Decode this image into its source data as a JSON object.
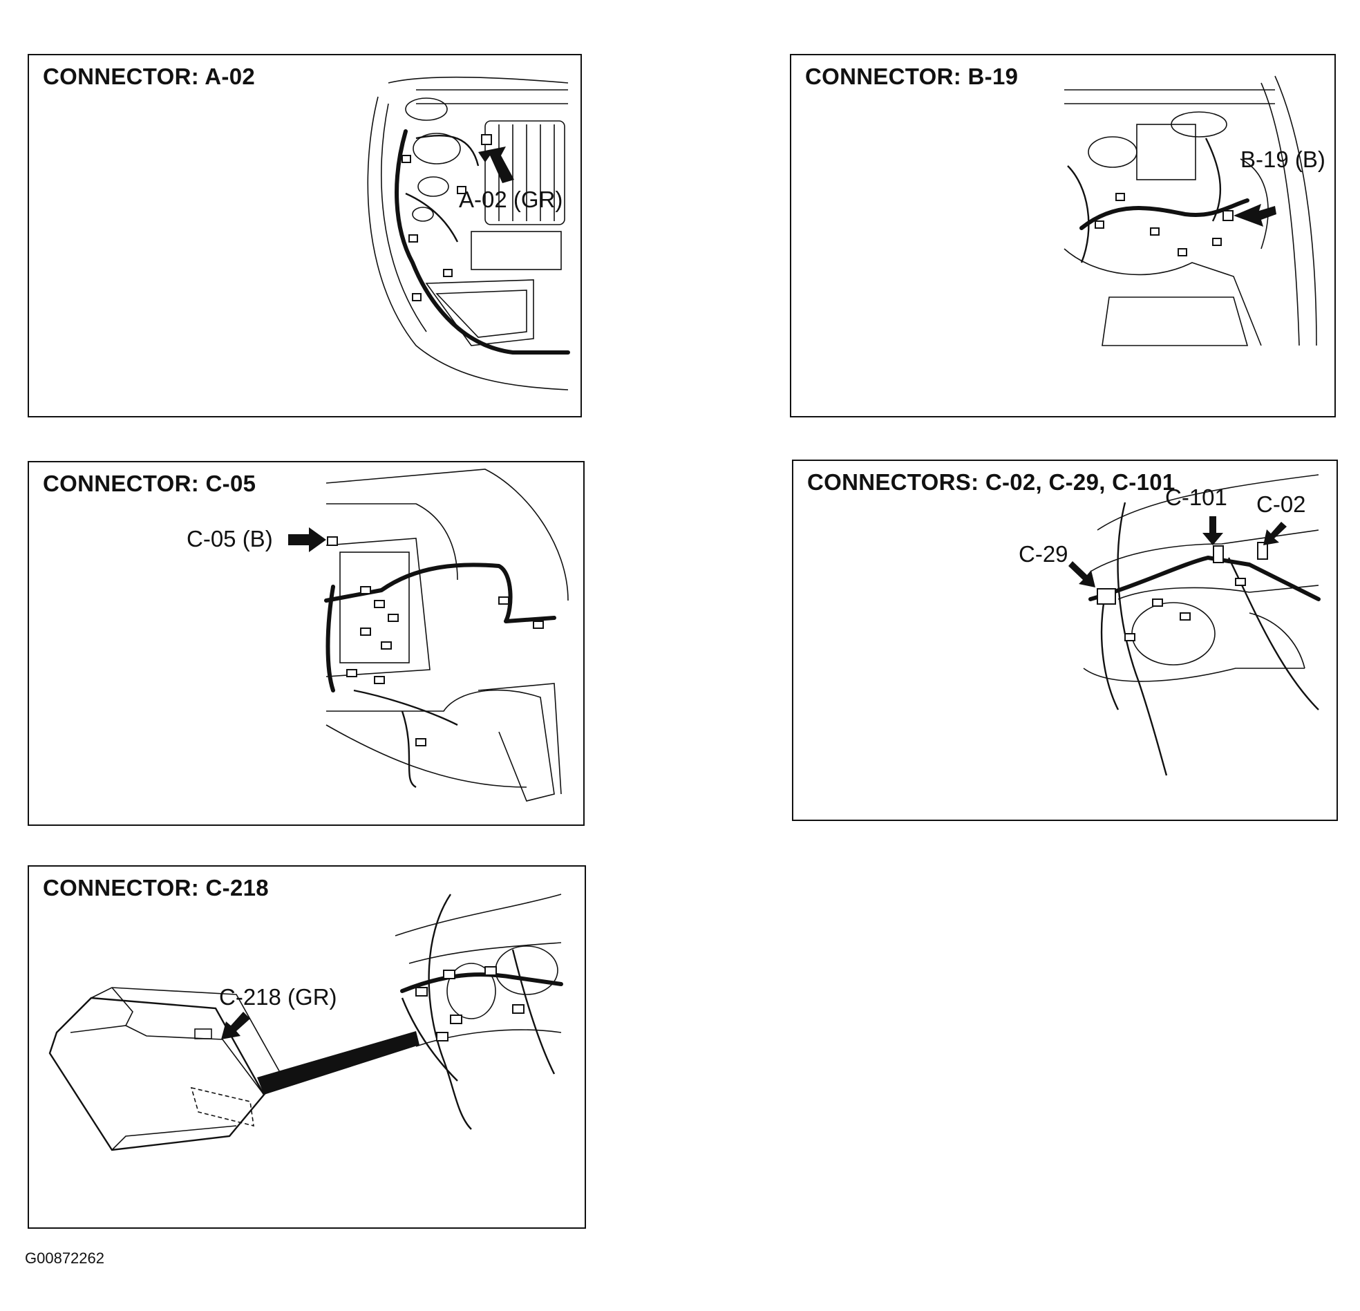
{
  "panels": {
    "a02": {
      "title": "CONNECTOR: A-02",
      "label": "A-02 (GR)"
    },
    "b19": {
      "title": "CONNECTOR: B-19",
      "label": "B-19 (B)"
    },
    "c05": {
      "title": "CONNECTOR: C-05",
      "label": "C-05 (B)"
    },
    "c02": {
      "title": "CONNECTORS: C-02, C-29, C-101",
      "labels": {
        "c101": "C-101",
        "c02": "C-02",
        "c29": "C-29"
      }
    },
    "c218": {
      "title": "CONNECTOR: C-218",
      "label": "C-218 (GR)"
    }
  },
  "figure_id": "G00872262"
}
